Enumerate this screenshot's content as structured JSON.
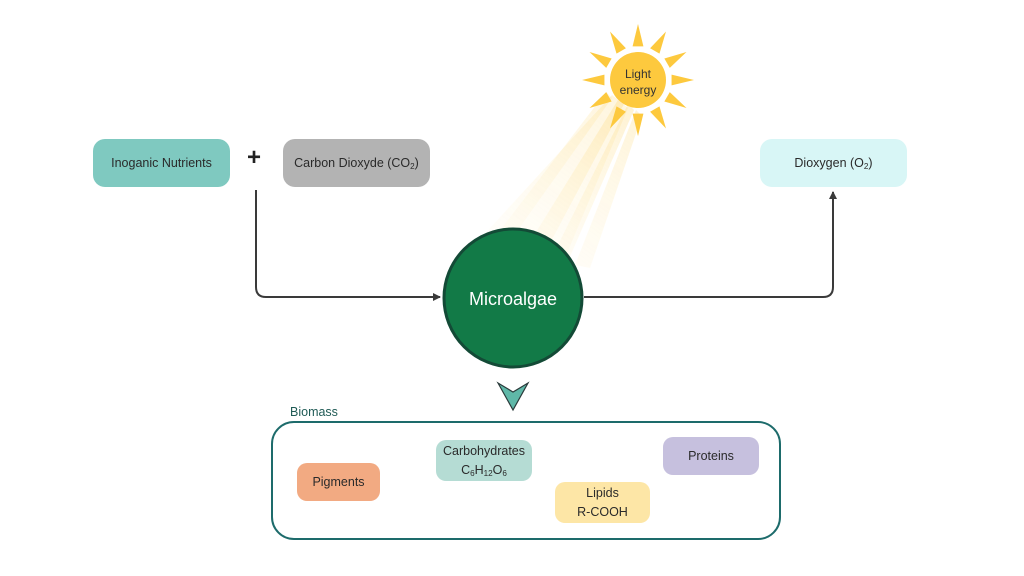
{
  "inputs": {
    "nutrients": "Inoganic Nutrients",
    "plus": "+",
    "co2_prefix": "Carbon Dioxyde (CO",
    "co2_sub": "2",
    "co2_suffix": ")"
  },
  "sun": {
    "line1": "Light",
    "line2": "energy"
  },
  "center": {
    "label": "Microalgae"
  },
  "output": {
    "o2_prefix": "Dioxygen (O",
    "o2_sub": "2",
    "o2_suffix": ")"
  },
  "biomass": {
    "title": "Biomass",
    "pigments": "Pigments",
    "carbohydrates": {
      "name": "Carbohydrates",
      "formula": [
        {
          "t": "C",
          "s": "6"
        },
        {
          "t": "H",
          "s": "12"
        },
        {
          "t": "O",
          "s": "6"
        }
      ]
    },
    "lipids": {
      "name": "Lipids",
      "formula": "R-COOH"
    },
    "proteins": "Proteins"
  },
  "colors": {
    "nutrients": "#7fc9c0",
    "co2": "#b3b3b3",
    "o2": "#d8f6f6",
    "microalgae": "#127a47",
    "microalgae_border": "#134a36",
    "sun": "#fdc93e",
    "biomass_border": "#1d6b6b",
    "pigments": "#f2aa82",
    "carbohydrates": "#b5dcd4",
    "lipids": "#fde6a6",
    "proteins": "#c6c0de",
    "arrow": "#3a3a3a"
  }
}
